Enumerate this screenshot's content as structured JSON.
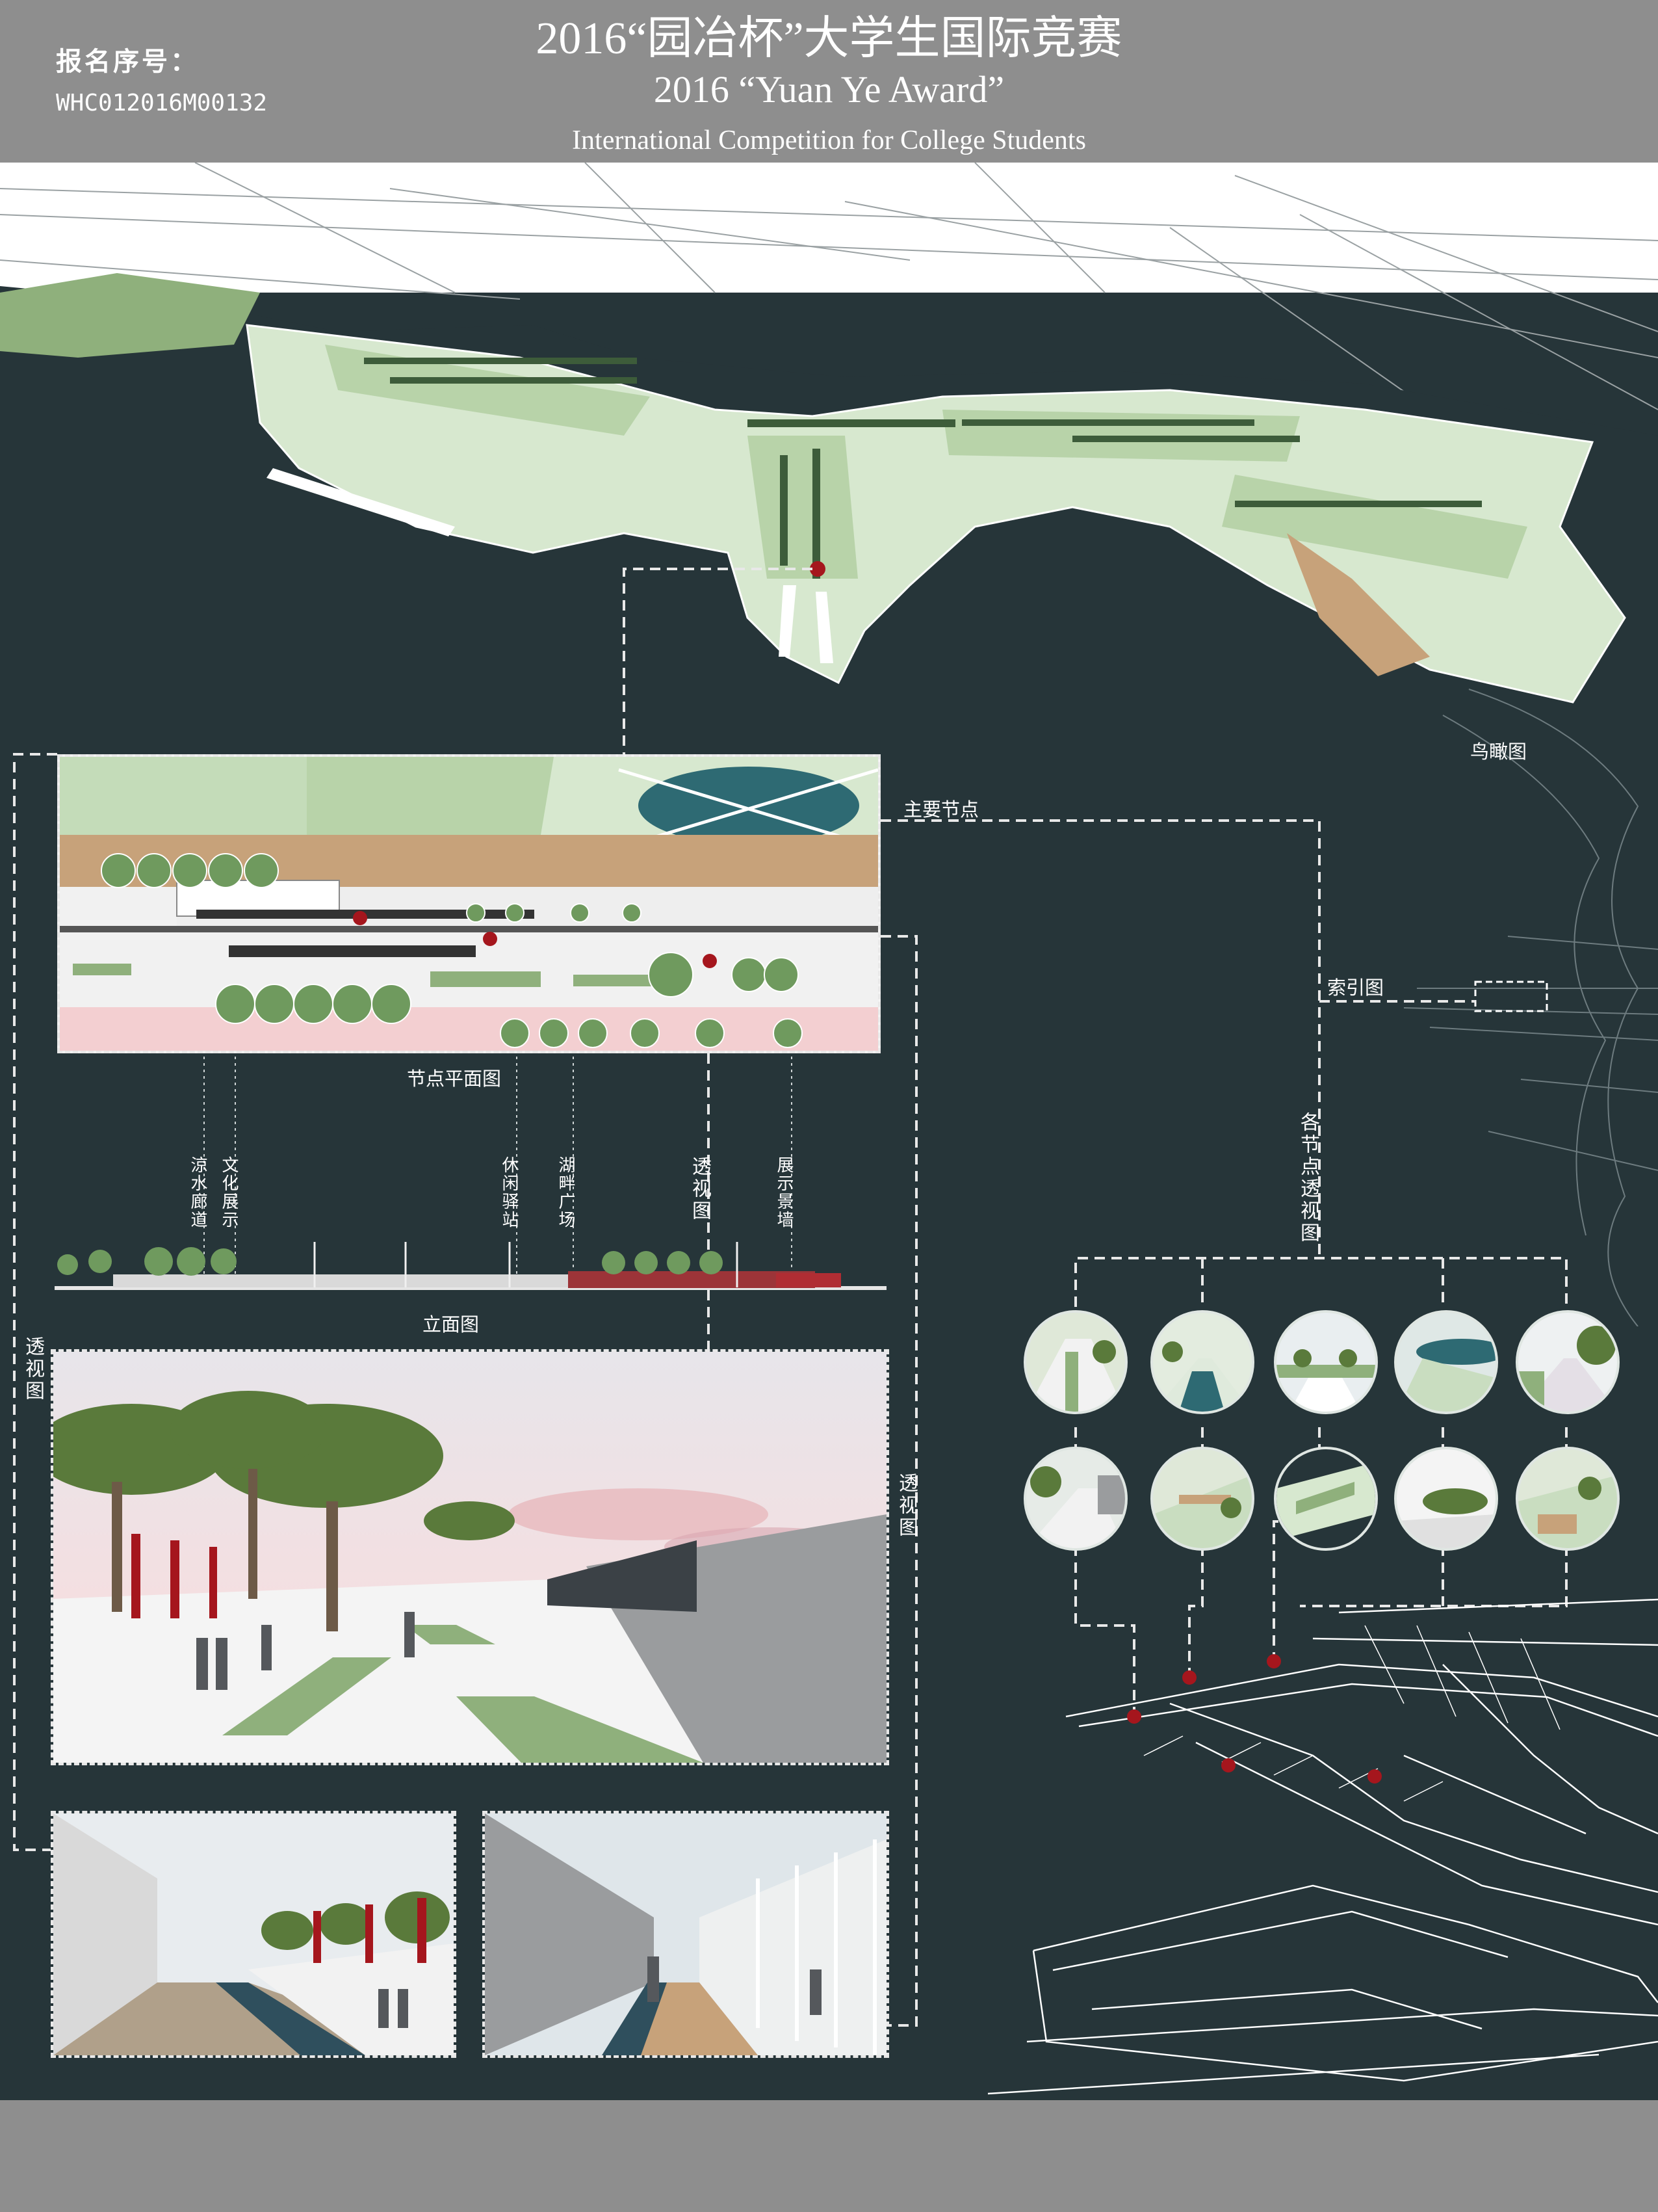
{
  "header": {
    "reg_label": "报名序号：",
    "reg_number": "WHC012016M00132",
    "title_cn": "2016“园冶杯”大学生国际竞赛",
    "title_en": "2016 “Yuan Ye Award”",
    "subtitle_en": "International Competition for College Students"
  },
  "labels": {
    "aerial_view": "鸟瞰图",
    "main_node": "主要节点",
    "index_map": "索引图",
    "node_plan": "节点平面图",
    "elevation": "立面图",
    "node_perspectives": "各节点透视图",
    "perspective_left": "透视图",
    "perspective_right": "透视图",
    "perspective_mid": "透视图"
  },
  "elevation_callouts": [
    "涼水廊道",
    "文化展示",
    "休闲驿站",
    "湖畔广场",
    "展示景墙"
  ],
  "colors": {
    "background": "#263539",
    "header_gray": "#8e8e8e",
    "marker_red": "#a5161d",
    "lawn_green": "#8fb07c",
    "pale_green": "#d7e8cf",
    "timber": "#c7a27a",
    "water_teal": "#2e6a73"
  },
  "thumbnail_icons": [
    "perspective-thumb-1",
    "perspective-thumb-2",
    "perspective-thumb-3",
    "perspective-thumb-4",
    "perspective-thumb-5",
    "perspective-thumb-6",
    "perspective-thumb-7",
    "perspective-thumb-8",
    "perspective-thumb-9",
    "perspective-thumb-10"
  ]
}
